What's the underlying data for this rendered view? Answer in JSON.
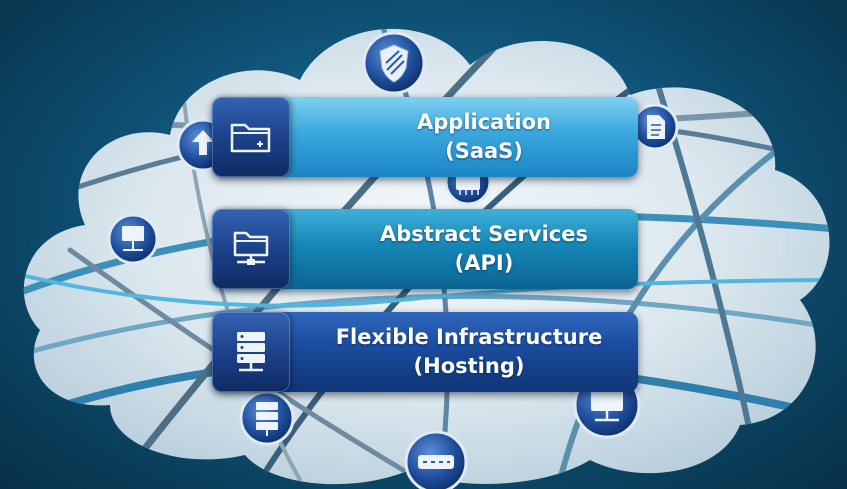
{
  "layers": [
    {
      "title": "Application",
      "subtitle": "(SaaS)",
      "icon": "folder-add-icon"
    },
    {
      "title": "Abstract Services",
      "subtitle": "(API)",
      "icon": "network-folder-icon"
    },
    {
      "title": "Flexible Infrastructure",
      "subtitle": "(Hosting)",
      "icon": "server-stack-icon"
    }
  ],
  "cloud_icons": [
    "shield-icon",
    "upload-icon",
    "document-icon",
    "network-computer-icon",
    "chip-icon",
    "server-icon",
    "monitor-icon",
    "router-icon"
  ],
  "colors": {
    "background": "#0e4f72",
    "cloud": "#d8e6ee",
    "saas_bar": "#3aa7dd",
    "api_bar": "#1687b6",
    "hosting_bar": "#1a4b9c",
    "icon_tile": "#1b3f86",
    "text": "#ffffff"
  }
}
